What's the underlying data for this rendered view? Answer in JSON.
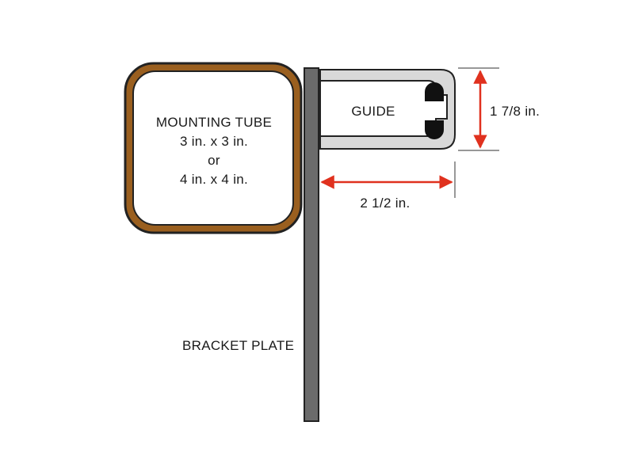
{
  "labels": {
    "mounting_tube": [
      "MOUNTING TUBE",
      "3 in. x 3 in.",
      "or",
      "4 in. x 4 in."
    ],
    "guide": "GUIDE",
    "height_dimension": "1 7/8 in.",
    "width_dimension": "2 1/2 in.",
    "bracket_plate": "BRACKET PLATE"
  },
  "colors": {
    "tube_wall": "#9a5f1f",
    "plate_fill": "#6b6b6b",
    "guide_fill": "#d9d9d9",
    "arrow": "#e0311e",
    "extension_line": "#777777",
    "outline": "#222222"
  }
}
